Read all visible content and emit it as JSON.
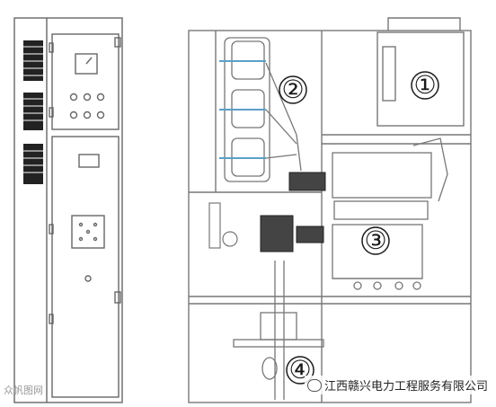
{
  "callouts": [
    {
      "label": "①"
    },
    {
      "label": "②"
    },
    {
      "label": "③"
    },
    {
      "label": "④"
    }
  ],
  "watermark": {
    "left_text": "众帆图网",
    "brand_text": "江西赣兴电力工程服务有限公司"
  },
  "colors": {
    "line": "#777777",
    "dark": "#333333",
    "accent": "#5aa0c8"
  }
}
